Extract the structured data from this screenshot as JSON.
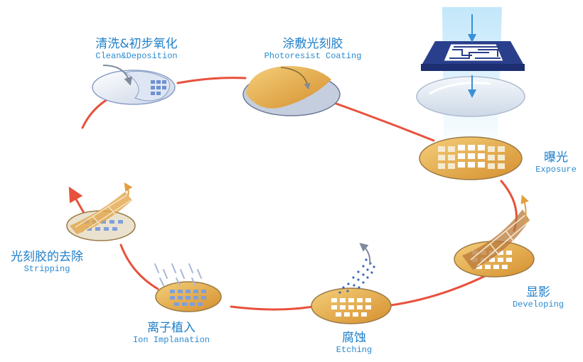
{
  "steps": [
    {
      "zh": "清洗&初步氧化",
      "en": "Clean&Deposition"
    },
    {
      "zh": "涂敷光刻胶",
      "en": "Photoresist Coating"
    },
    {
      "zh": "曝光",
      "en": "Exposure"
    },
    {
      "zh": "显影",
      "en": "Developing"
    },
    {
      "zh": "腐蚀",
      "en": "Etching"
    },
    {
      "zh": "离子植入",
      "en": "Ion Implanation"
    },
    {
      "zh": "光刻胶的去除",
      "en": "Stripping"
    }
  ],
  "colors": {
    "cycle": "#e8513c",
    "label": "#1f7fc8",
    "wafer_gold": "#e2a64a",
    "wafer_blue": "#aac0e8",
    "mask": "#2a3f8c",
    "beam": "#9ad2f2"
  }
}
